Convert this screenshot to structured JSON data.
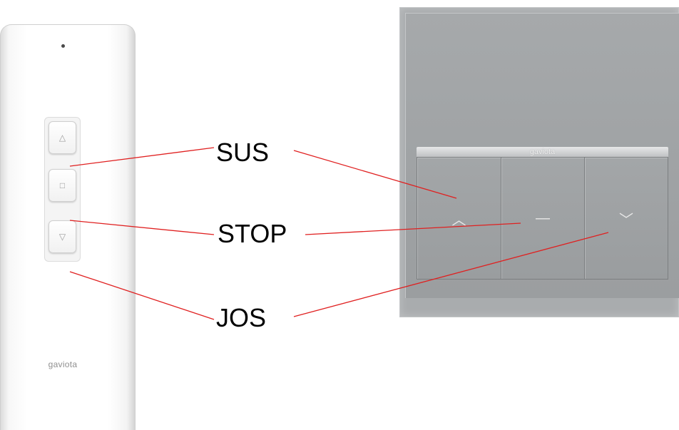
{
  "remote": {
    "brand": "gaviota",
    "buttons": [
      {
        "id": "up",
        "glyph": "△"
      },
      {
        "id": "stop",
        "glyph": "□"
      },
      {
        "id": "down",
        "glyph": "▽"
      }
    ]
  },
  "wall_switch": {
    "brand": "gaviota",
    "buttons": [
      {
        "id": "up",
        "glyph": "︿"
      },
      {
        "id": "stop",
        "glyph": "—"
      },
      {
        "id": "down",
        "glyph": "﹀"
      }
    ]
  },
  "labels": {
    "up": "SUS",
    "stop": "STOP",
    "down": "JOS"
  },
  "colors": {
    "leader_line": "#e02020"
  }
}
